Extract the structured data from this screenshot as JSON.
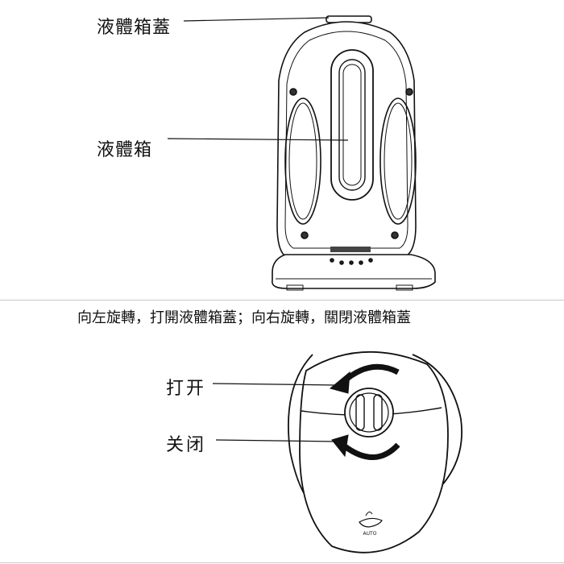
{
  "top_diagram": {
    "labels": {
      "tank_cap": "液體箱蓋",
      "tank": "液體箱"
    }
  },
  "instruction": "向左旋轉，打開液體箱蓋；向右旋轉，關閉液體箱蓋",
  "bottom_diagram": {
    "labels": {
      "open": "打开",
      "close": "关闭"
    },
    "logo_text": "AUTO"
  }
}
